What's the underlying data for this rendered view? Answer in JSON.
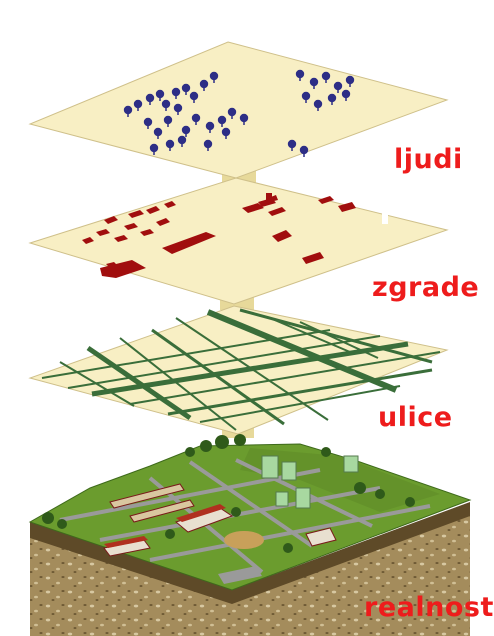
{
  "layers": [
    {
      "id": "ljudi",
      "label": "ljudi",
      "icon": "people-marker-icon",
      "color": "#2d2e86"
    },
    {
      "id": "zgrade",
      "label": "zgrade",
      "icon": "building-block-icon",
      "color": "#a10e0e"
    },
    {
      "id": "ulice",
      "label": "ulice",
      "icon": "road-line-icon",
      "color": "#3a6e3a"
    },
    {
      "id": "realnost",
      "label": "realnost",
      "icon": "terrain-block-icon",
      "color": "#6b9c2e"
    }
  ],
  "colors": {
    "layer_fill": "#f8efc4",
    "connector": "#e7d99a",
    "label_text": "#ee1c1c",
    "soil": "#8a7448",
    "grass": "#6b9c2e"
  }
}
